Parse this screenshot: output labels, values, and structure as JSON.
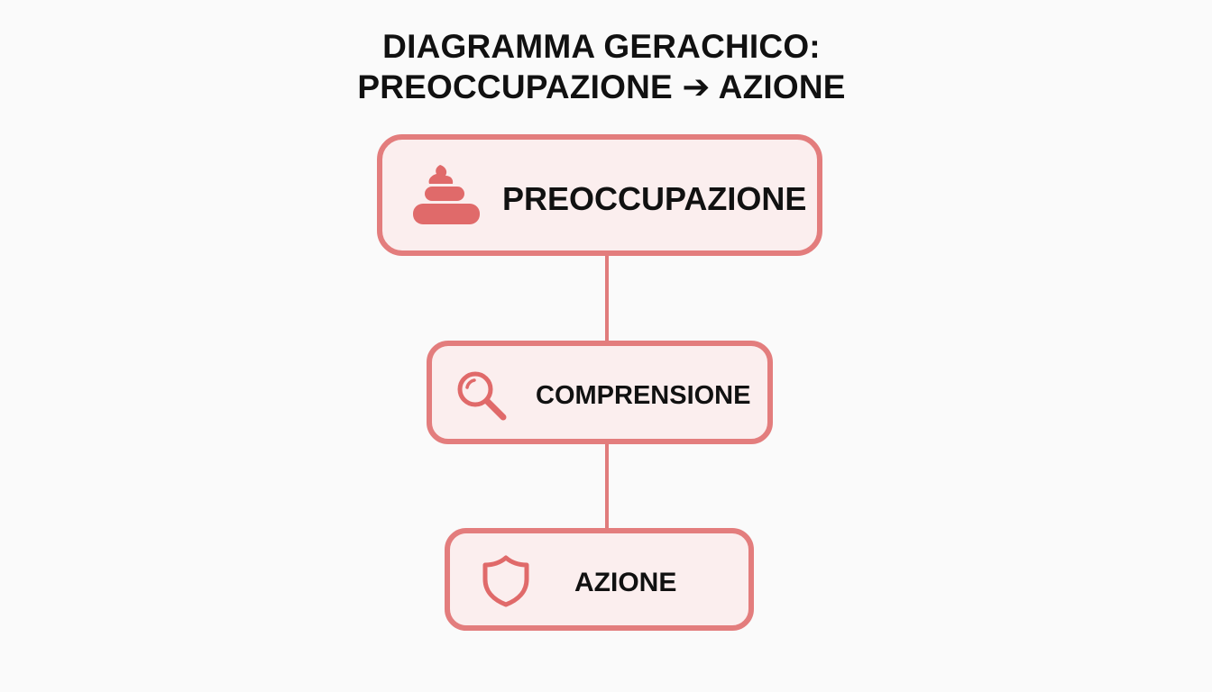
{
  "title": {
    "line1": "DIAGRAMMA GERACHICO:",
    "line2": "PREOCCUPAZIONE ➔ AZIONE"
  },
  "nodes": [
    {
      "label": "PREOCCUPAZIONE",
      "icon": "swirl-pile-icon"
    },
    {
      "label": "COMPRENSIONE",
      "icon": "magnifying-glass-icon"
    },
    {
      "label": "AZIONE",
      "icon": "shield-icon"
    }
  ],
  "colors": {
    "accent": "#e37d7d",
    "node_fill": "#fbeeee",
    "icon_fill": "#e06a6a",
    "text": "#111111",
    "background": "#fafafa"
  }
}
